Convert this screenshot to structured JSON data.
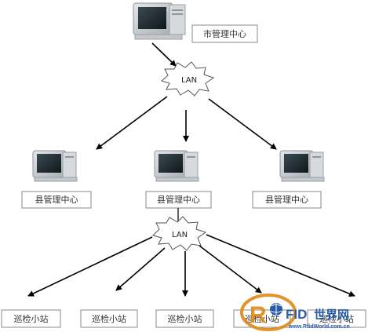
{
  "nodes": {
    "city_center": "市管理中心",
    "county_centers": [
      "县管理中心",
      "县管理中心",
      "县管理中心"
    ],
    "patrol_stations": [
      "巡检小站",
      "巡检小站",
      "巡检小站",
      "巡检小站",
      "巡检小站"
    ]
  },
  "networks": {
    "top_lan": "LAN",
    "bottom_lan": "LAN"
  },
  "watermark": {
    "brand": "RFID世界网",
    "url": "www.RfidWorld.com.cn"
  },
  "colors": {
    "arrow": "#000000",
    "box_border": "#8a8a8a",
    "monitor_frame": "#c8ccd0",
    "screen": "#1e2a30",
    "watermark_orange": "#e08a1a",
    "watermark_blue": "#1a4fa0"
  }
}
